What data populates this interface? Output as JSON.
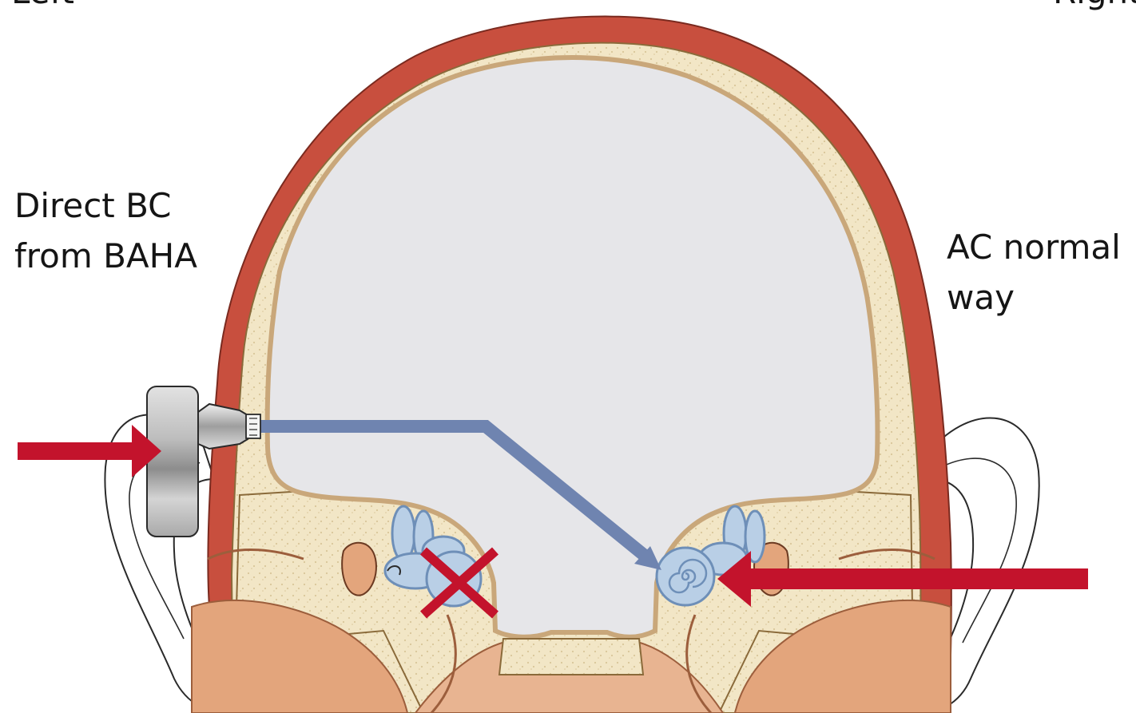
{
  "labels": {
    "left": "Left",
    "right": "Right",
    "direct_bc": "Direct BC\nfrom BAHA",
    "ac_normal": "AC normal\nway"
  },
  "colors": {
    "scalp": "#c84f3e",
    "bone": "#f2e6c6",
    "bone_dots": "#d9c69a",
    "brain_cavity": "#e6e6e9",
    "dura_line": "#c9a77a",
    "tissue": "#e3a57c",
    "tissue_dark": "#c9845e",
    "inner_ear": "#b9cfe6",
    "inner_ear_line": "#6e8fb8",
    "bc_path": "#6f84b0",
    "arrow_red": "#c3132c",
    "device": "#c9c9c9",
    "outline": "#2a2a2a"
  },
  "icons": {
    "device": "baha-device-icon",
    "cross": "cross-icon"
  }
}
